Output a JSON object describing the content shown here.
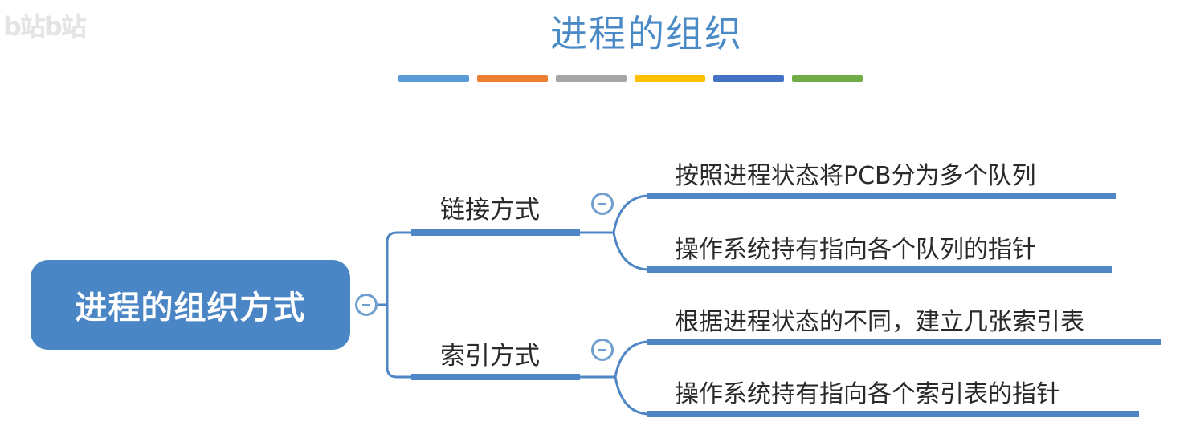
{
  "watermark": "b站b站",
  "title": "进程的组织",
  "stripe_colors": [
    "#5b9bd5",
    "#ed7d31",
    "#a5a5a5",
    "#ffc000",
    "#4472c4",
    "#70ad47"
  ],
  "line_color": "#4f86c6",
  "root": {
    "label": "进程的组织方式"
  },
  "branches": [
    {
      "label": "链接方式",
      "leaves": [
        {
          "label": "按照进程状态将PCB分为多个队列"
        },
        {
          "label": "操作系统持有指向各个队列的指针"
        }
      ]
    },
    {
      "label": "索引方式",
      "leaves": [
        {
          "label": "根据进程状态的不同，建立几张索引表"
        },
        {
          "label": "操作系统持有指向各个索引表的指针"
        }
      ]
    }
  ]
}
